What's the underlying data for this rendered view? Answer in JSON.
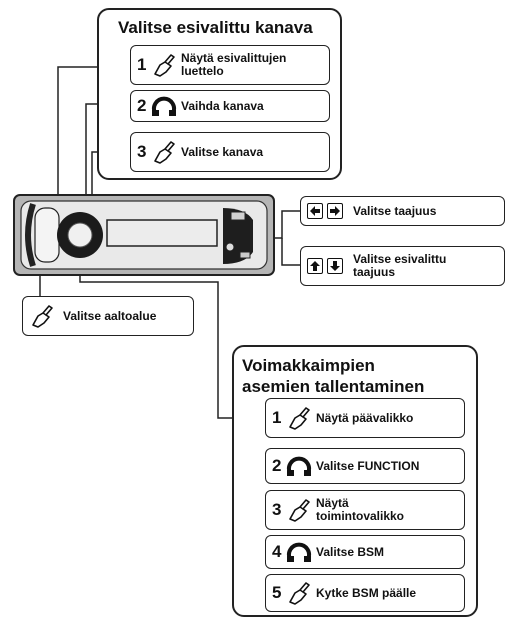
{
  "top_panel": {
    "title": "Valitse esivalittu kanava",
    "steps": [
      {
        "num": "1",
        "icon": "finger-press-icon",
        "label": "Näytä esivalittujen luettelo"
      },
      {
        "num": "2",
        "icon": "rotary-knob-icon",
        "label": "Vaihda kanava"
      },
      {
        "num": "3",
        "icon": "finger-press-icon",
        "label": "Valitse kanava"
      }
    ]
  },
  "right_callouts": {
    "frequency": {
      "label": "Valitse taajuus",
      "icons": [
        "left-arrow-key-icon",
        "right-arrow-key-icon"
      ]
    },
    "preset_frequency": {
      "label": "Valitse esivalittu taajuus",
      "icons": [
        "up-arrow-key-icon",
        "down-arrow-key-icon"
      ]
    }
  },
  "band_callout": {
    "label": "Valitse aaltoalue",
    "icon": "finger-press-icon"
  },
  "bottom_panel": {
    "title_line1": "Voimakkaimpien",
    "title_line2": "asemien tallentaminen",
    "steps": [
      {
        "num": "1",
        "icon": "finger-press-icon",
        "label": "Näytä päävalikko"
      },
      {
        "num": "2",
        "icon": "rotary-knob-icon",
        "label": "Valitse FUNCTION"
      },
      {
        "num": "3",
        "icon": "finger-press-icon",
        "label": "Näytä toimintovalikko"
      },
      {
        "num": "4",
        "icon": "rotary-knob-icon",
        "label": "Valitse BSM"
      },
      {
        "num": "5",
        "icon": "finger-press-icon",
        "label": "Kytke BSM päälle"
      }
    ]
  },
  "colors": {
    "line": "#222222",
    "device_body": "#bdbdbd",
    "device_dark": "#1a1a1a"
  }
}
